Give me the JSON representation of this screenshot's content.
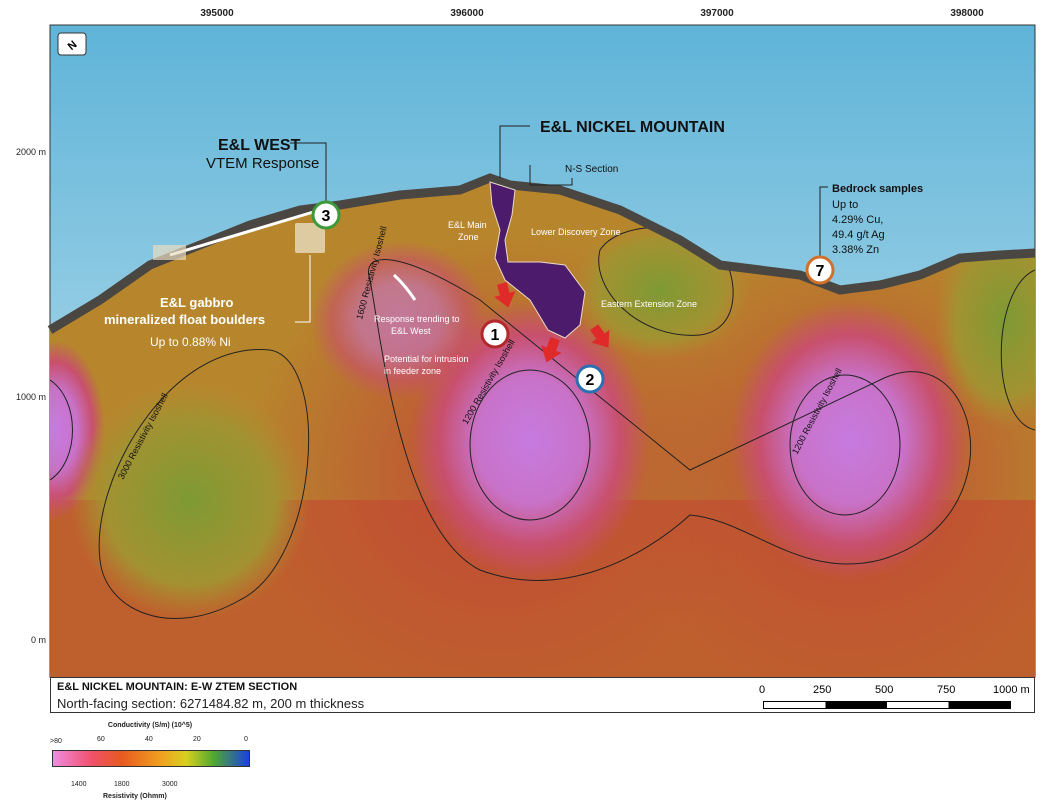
{
  "x_axis": {
    "ticks": [
      "395000",
      "396000",
      "397000",
      "398000"
    ]
  },
  "y_axis": {
    "ticks": [
      "2000 m",
      "1000 m",
      "0 m"
    ]
  },
  "north_arrow": "N",
  "labels": {
    "west_title": "E&L WEST",
    "west_sub": "VTEM Response",
    "nickel_mountain": "E&L NICKEL MOUNTAIN",
    "ns_section": "N-S Section",
    "main_zone_1": "E&L Main",
    "main_zone_2": "Zone",
    "lower_discovery": "Lower Discovery Zone",
    "eastern_extension": "Eastern Extension Zone",
    "bedrock_title": "Bedrock samples",
    "bedrock_1": "Up to",
    "bedrock_2": "4.29% Cu,",
    "bedrock_3": "49.4 g/t Ag",
    "bedrock_4": "3.38% Zn",
    "gabbro_1": "E&L gabbro",
    "gabbro_2": "mineralized float boulders",
    "gabbro_3": "Up to 0.88% Ni",
    "response_1": "Response trending to",
    "response_2": "E&L West",
    "potential_1": "Potential for intrusion",
    "potential_2": "in feeder zone",
    "iso_1600": "1600 Resistivity Isoshell",
    "iso_1200a": "1200 Resistivity Isoshell",
    "iso_1200b": "1200 Resistivity Isoshell",
    "iso_3000": "3000 Resistivity Isoshell"
  },
  "markers": [
    {
      "num": "1",
      "color": "#b3282d"
    },
    {
      "num": "2",
      "color": "#2a6fb0"
    },
    {
      "num": "3",
      "color": "#3d9a3a"
    },
    {
      "num": "7",
      "color": "#d0702a"
    }
  ],
  "footer": {
    "title": "E&L NICKEL MOUNTAIN: E-W ZTEM SECTION",
    "subtitle": "North-facing section: 6271484.82 m, 200 m thickness"
  },
  "scale_bar": {
    "labels": [
      "0",
      "250",
      "500",
      "750",
      "1000 m"
    ]
  },
  "legend": {
    "title": "Conductivity (S/m) (10^5)",
    "top_ticks": [
      ">80",
      "60",
      "40",
      "20",
      "0"
    ],
    "bottom_ticks": [
      "1400",
      "1800",
      "3000"
    ],
    "bottom_title": "Resistivity (Ohmm)"
  }
}
